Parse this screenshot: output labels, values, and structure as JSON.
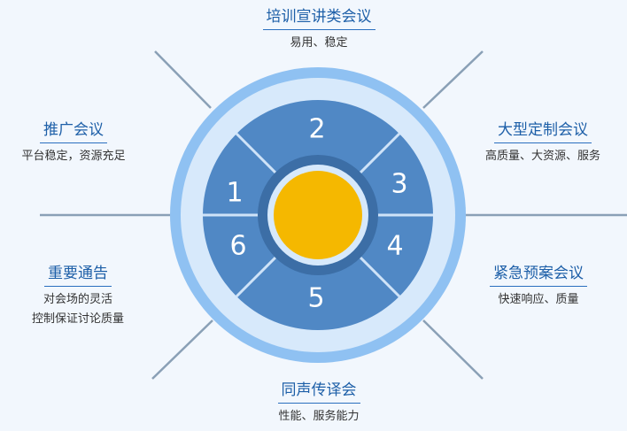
{
  "segments": [
    "1",
    "2",
    "3",
    "4",
    "5",
    "6"
  ],
  "items": {
    "top": {
      "title": "培训宣讲类会议",
      "desc": [
        "易用、稳定"
      ]
    },
    "upper_left": {
      "title": "推广会议",
      "desc": [
        "平台稳定，资源充足"
      ]
    },
    "upper_right": {
      "title": "大型定制会议",
      "desc": [
        "高质量、大资源、服务"
      ]
    },
    "lower_left": {
      "title": "重要通告",
      "desc": [
        "对会场的灵活",
        "控制保证讨论质量"
      ]
    },
    "lower_right": {
      "title": "紧急预案会议",
      "desc": [
        "快速响应、质量"
      ]
    },
    "bottom": {
      "title": "同声传译会",
      "desc": [
        "性能、服务能力"
      ]
    }
  },
  "colors": {
    "background": "#f2f7fd",
    "outer_ring": "#8fc1f2",
    "inner_ring": "#d7e9fb",
    "segment_fill": "#5088c5",
    "segment_lines": "#cfe3f8",
    "core_ring": "#3c6ea6",
    "center_circle": "#f5b800",
    "connector_lines": "#8aa0b6",
    "title_text": "#1d5fa8"
  }
}
